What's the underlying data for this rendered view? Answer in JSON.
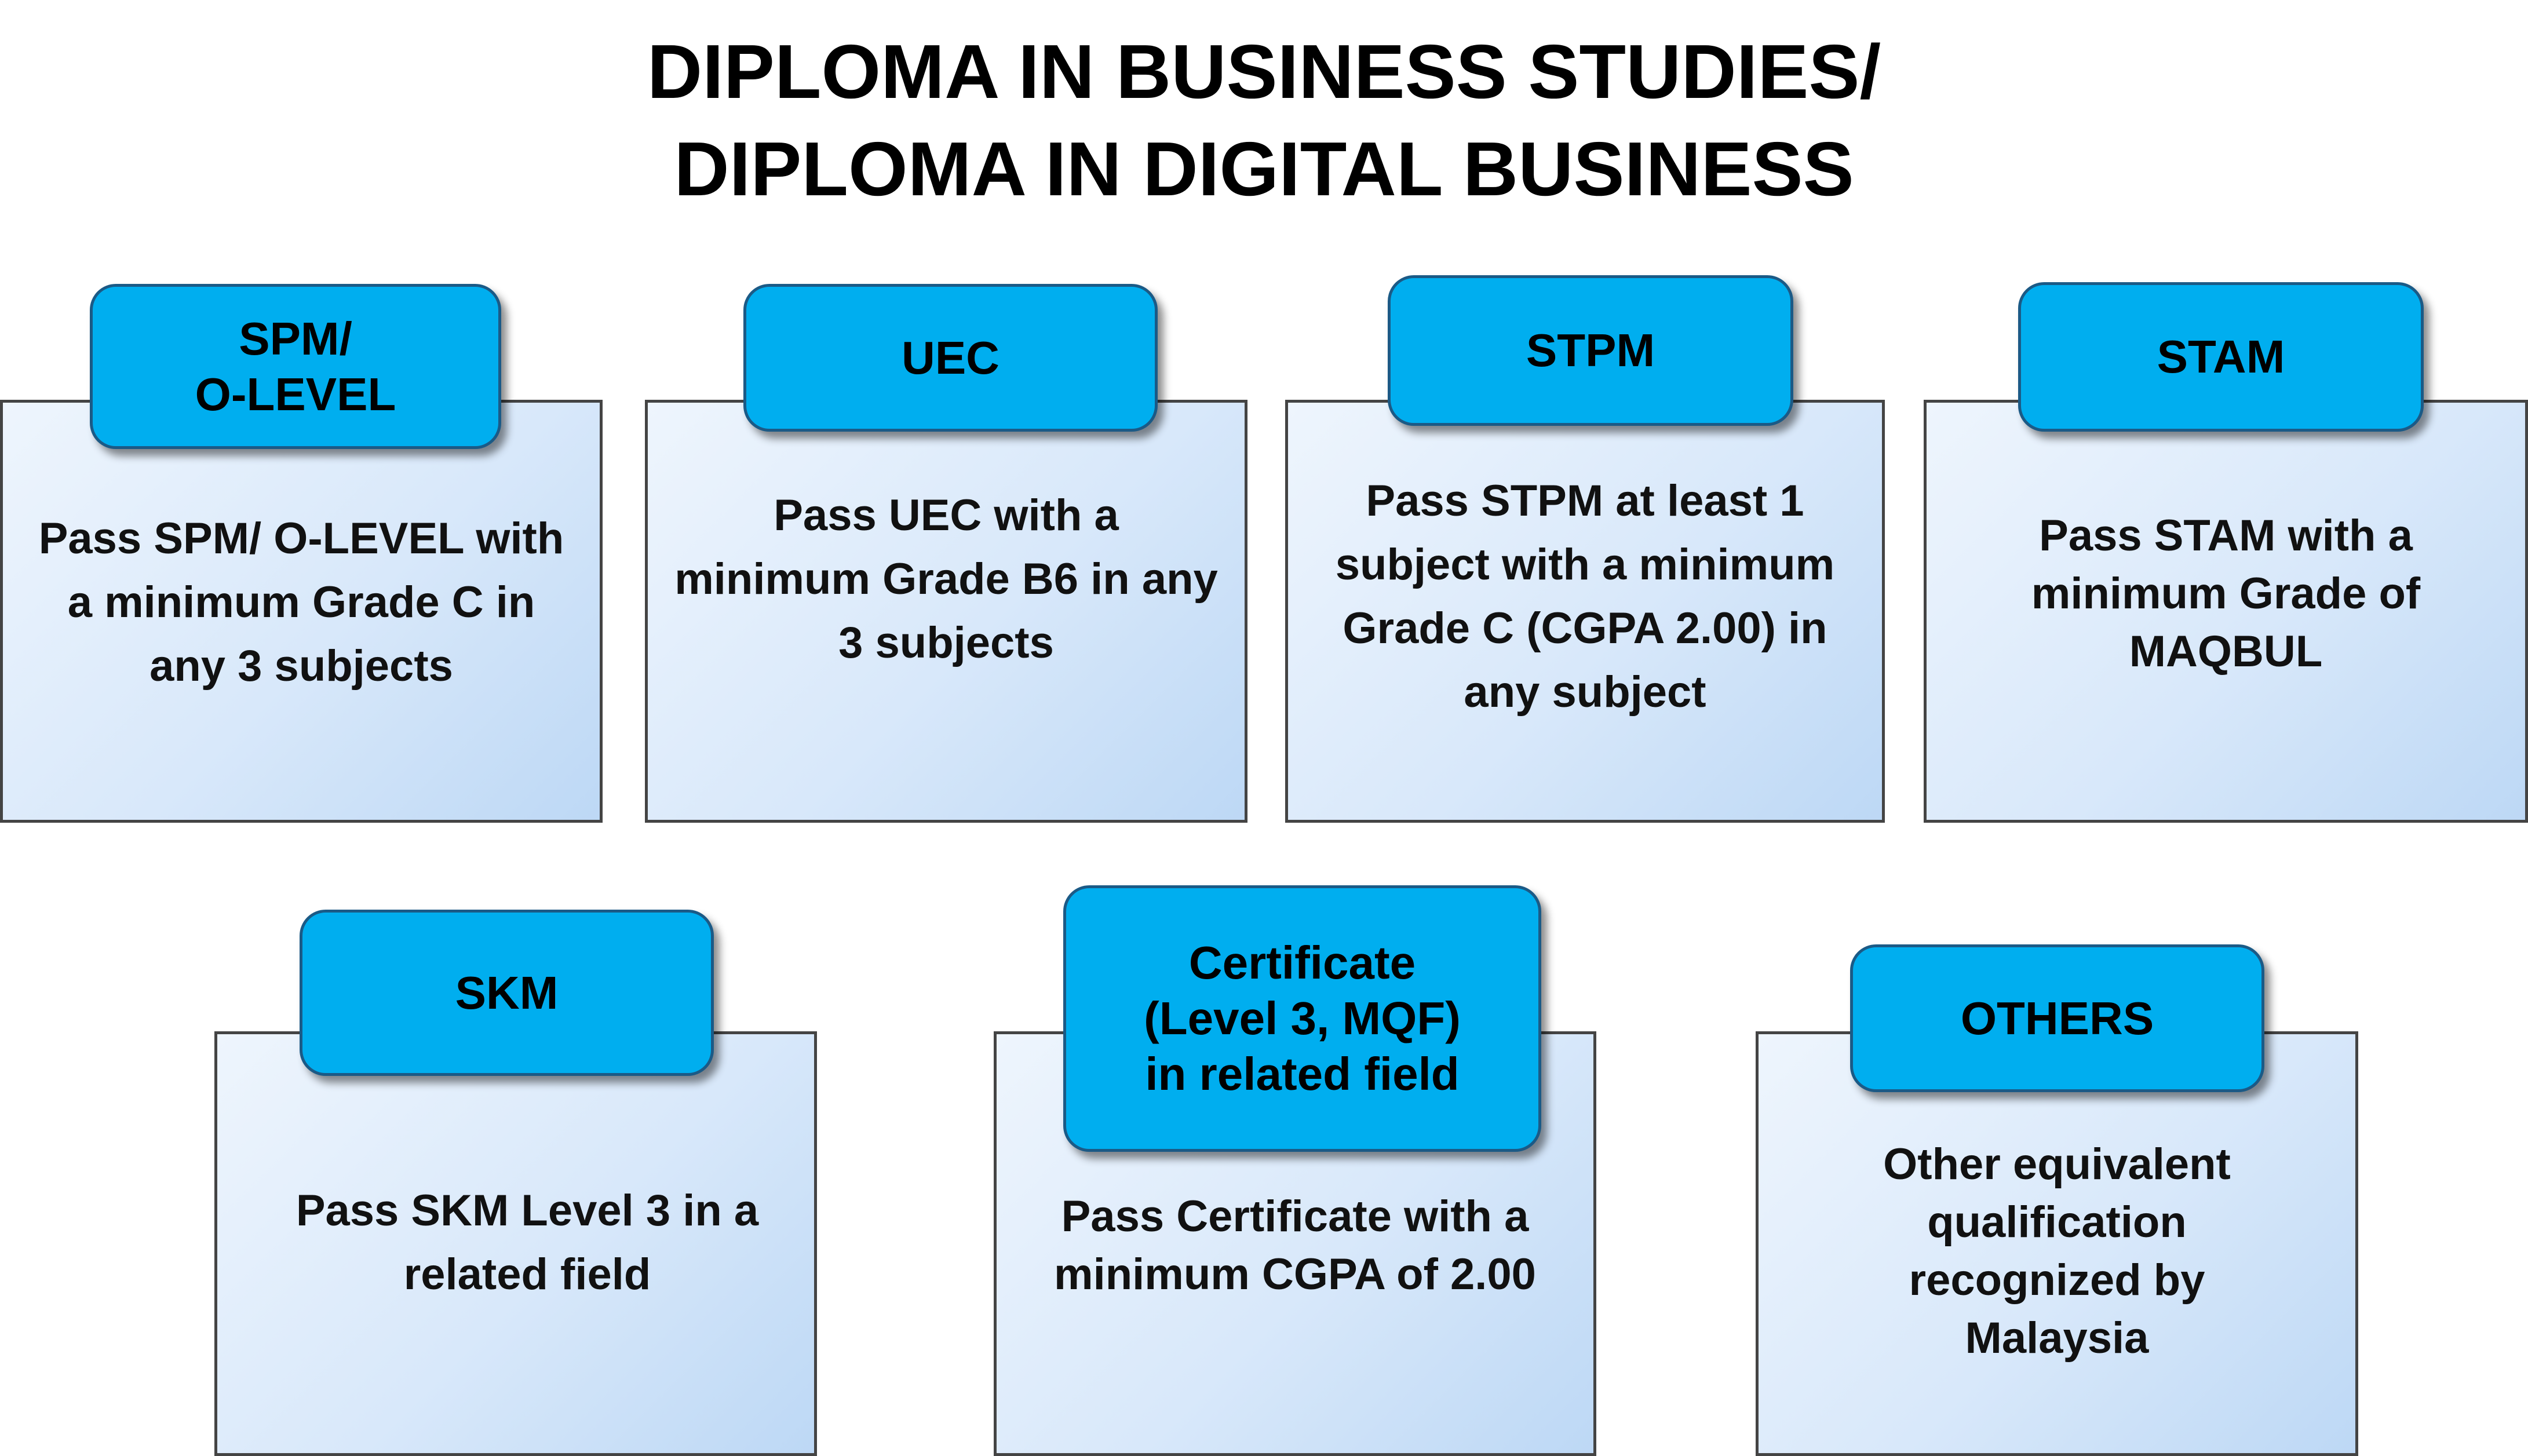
{
  "title": {
    "line1": "DIPLOMA IN BUSINESS STUDIES/",
    "line2": "DIPLOMA IN DIGITAL BUSINESS"
  },
  "qualifications": [
    {
      "label": "SPM/\nO-LEVEL",
      "requirement": "Pass SPM/ O-LEVEL with a minimum Grade C in any 3 subjects"
    },
    {
      "label": "UEC",
      "requirement": "Pass UEC with a minimum Grade B6 in any 3 subjects"
    },
    {
      "label": "STPM",
      "requirement": "Pass STPM at least 1 subject with a minimum Grade C (CGPA 2.00) in any subject"
    },
    {
      "label": "STAM",
      "requirement": "Pass STAM with a minimum Grade of MAQBUL"
    },
    {
      "label": "SKM",
      "requirement": "Pass SKM Level 3 in a related field"
    },
    {
      "label": "Certificate\n(Level 3, MQF)\nin related field",
      "requirement": "Pass Certificate with a minimum CGPA of 2.00"
    },
    {
      "label": "OTHERS",
      "requirement": "Other equivalent qualification recognized by Malaysia"
    }
  ],
  "colors": {
    "tab_fill": "#00aeef",
    "tab_border": "#1b5a86",
    "card_gradient_start": "#eef5fd",
    "card_gradient_end": "#bdd8f5",
    "card_border": "#444444"
  }
}
